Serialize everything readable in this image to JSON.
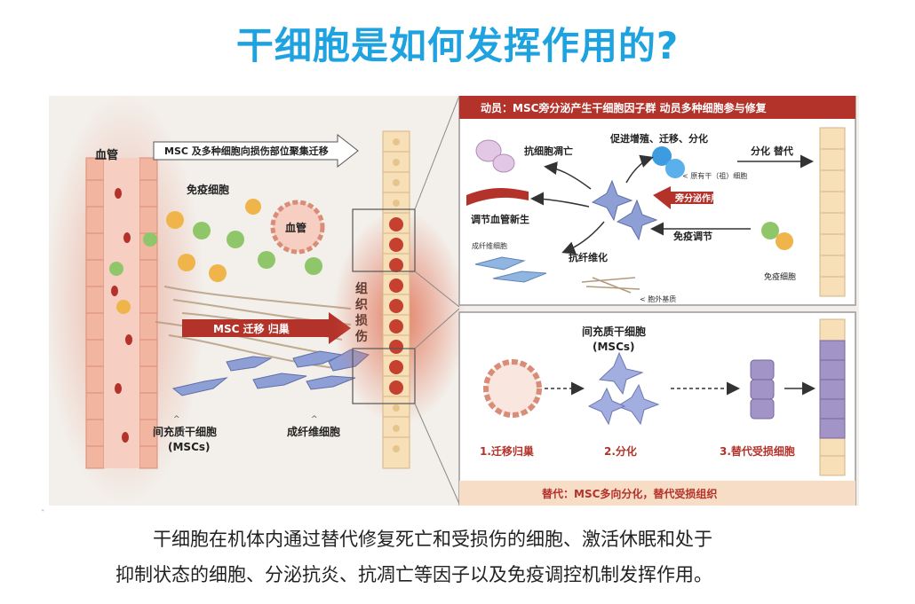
{
  "title": "干细胞是如何发挥作用的?",
  "figure": {
    "left_panel": {
      "blood_vessel_label": "血管",
      "recruit_arrow_text": "MSC 及多种细胞向损伤部位聚集迁移",
      "immune_cells_label": "免疫细胞",
      "vessel_cross_label": "血管",
      "migrate_arrow_text": "MSC  迁移 归巢",
      "tissue_injury_label": [
        "组",
        "织",
        "损",
        "伤"
      ],
      "msc_label_line1": "间充质干细胞",
      "msc_label_line2": "(MSCs)",
      "fibroblast_label": "成纤维细胞"
    },
    "top_right_panel": {
      "header": "动员：MSC旁分泌产生干细胞因子群  动员多种细胞参与修复",
      "anti_apoptosis": "抗细胞凋亡",
      "promote_growth": "促进增殖、迁移、分化",
      "original_stem": "< 原有干（祖）细胞",
      "differentiate_replace": "分化  替代",
      "paracrine": "旁分泌作用",
      "angiogenesis": "调节血管新生",
      "immune_regulation": "免疫调节",
      "fibroblast_small": "成纤维细胞",
      "anti_fibrosis": "抗纤维化",
      "immune_cell_small": "免疫细胞",
      "ecm": "< 胞外基质"
    },
    "bottom_right_panel": {
      "msc_title_line1": "间充质干细胞",
      "msc_title_line2": "(MSCs)",
      "step1": "1.迁移归巢",
      "step2": "2.分化",
      "step3": "3.替代受损细胞",
      "footer": "替代：MSC多向分化，替代受损组织"
    },
    "colors": {
      "title_blue": "#1fa3e0",
      "header_red": "#b3322a",
      "panel_peach": "#f7dcc6",
      "step_red": "#b3322a"
    }
  },
  "caption": {
    "line1": "干细胞在机体内通过替代修复死亡和受损伤的细胞、激活休眠和处于",
    "line2": "抑制状态的细胞、分泌抗炎、抗凋亡等因子以及免疫调控机制发挥作用。"
  },
  "tiny_mark": "\""
}
